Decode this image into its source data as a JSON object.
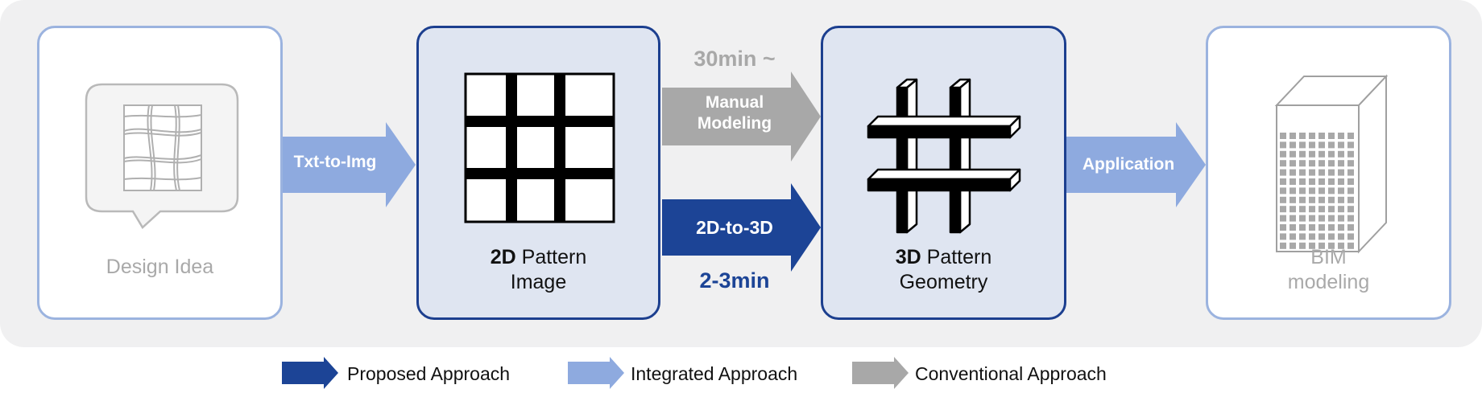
{
  "stages": {
    "design_idea": {
      "label": "Design Idea"
    },
    "pattern_2d": {
      "label_bold": "2D",
      "label_line1": " Pattern",
      "label_line2": "Image"
    },
    "pattern_3d": {
      "label_bold": "3D",
      "label_line1": " Pattern",
      "label_line2": "Geometry"
    },
    "bim": {
      "label_line1": "BIM",
      "label_line2": "modeling"
    }
  },
  "arrows": {
    "txt_to_img": {
      "label": "Txt-to-Img"
    },
    "manual_modeling": {
      "time": "30min ~",
      "label_line1": "Manual",
      "label_line2": "Modeling"
    },
    "to_3d": {
      "label": "2D-to-3D",
      "time": "2-3min"
    },
    "application": {
      "label": "Application"
    }
  },
  "legend": {
    "proposed": "Proposed Approach",
    "integrated": "Integrated Approach",
    "conventional": "Conventional Approach"
  },
  "colors": {
    "proposed": "#1c4496",
    "integrated": "#8eaadf",
    "conventional": "#a8a8a8",
    "panel": "#f0f0f1"
  }
}
